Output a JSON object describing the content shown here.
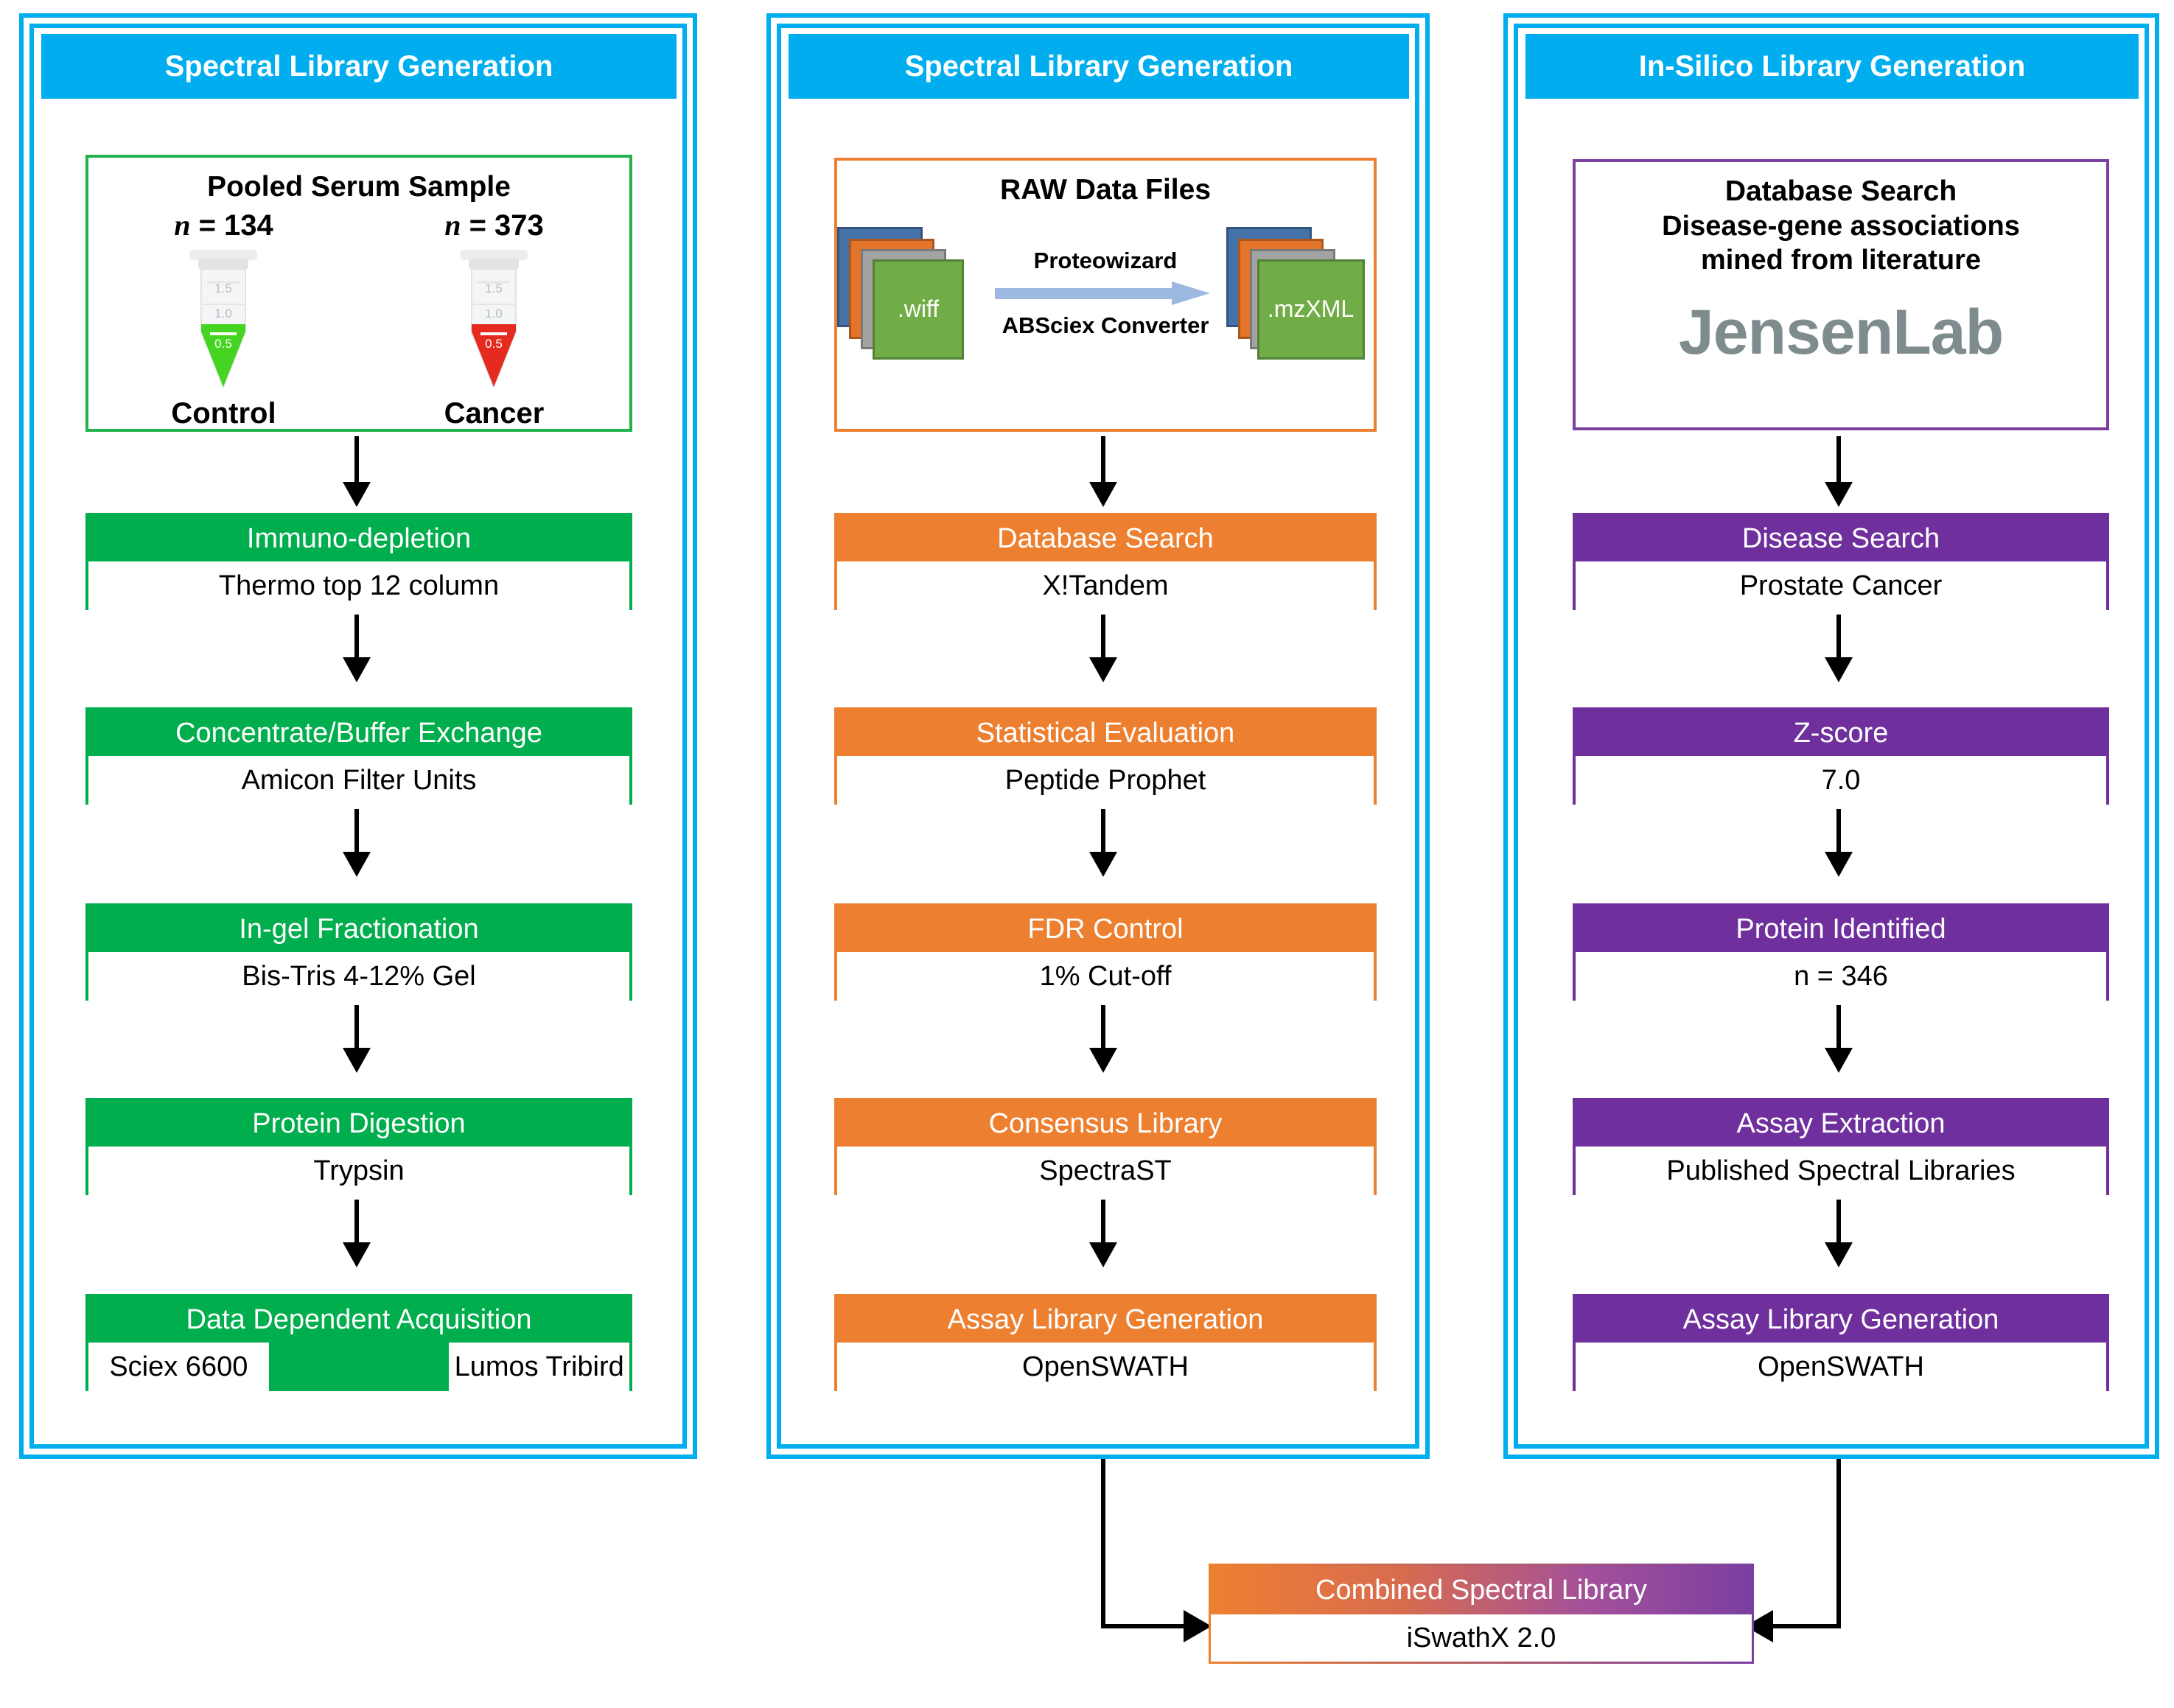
{
  "columns": [
    {
      "header": "Spectral Library Generation",
      "accent": "#00AE4D",
      "panel": {
        "title": "Pooled Serum Sample",
        "tubes": [
          {
            "n_label": "n = 134",
            "n_prefix": "n",
            "n_value": "= 134",
            "label": "Control",
            "color": "#45D422",
            "marks": [
              "1.5",
              "1.0",
              "0.5"
            ]
          },
          {
            "n_label": "n = 373",
            "n_prefix": "n",
            "n_value": "= 373",
            "label": "Cancer",
            "color": "#E52B20",
            "marks": [
              "1.5",
              "1.0",
              "0.5"
            ]
          }
        ]
      },
      "stages": [
        {
          "title": "Immuno-depletion",
          "body": "Thermo top 12 column"
        },
        {
          "title": "Concentrate/Buffer Exchange",
          "body": "Amicon Filter Units"
        },
        {
          "title": "In-gel Fractionation",
          "body": "Bis-Tris 4-12% Gel"
        },
        {
          "title": "Protein Digestion",
          "body": "Trypsin"
        },
        {
          "title": "Data Dependent Acquisition",
          "body_left": "Sciex 6600",
          "body_right": "Lumos Tribird"
        }
      ]
    },
    {
      "header": "Spectral Library Generation",
      "accent": "#ED8030",
      "panel": {
        "title": "RAW Data Files",
        "input_file": ".wiff",
        "output_file": ".mzXML",
        "converter_top": "Proteowizard",
        "converter_bottom": "ABSciex Converter"
      },
      "stages": [
        {
          "title": "Database Search",
          "body": "X!Tandem"
        },
        {
          "title": "Statistical Evaluation",
          "body": "Peptide Prophet"
        },
        {
          "title": "FDR Control",
          "body": "1% Cut-off"
        },
        {
          "title": "Consensus Library",
          "body": "SpectraST"
        },
        {
          "title": "Assay Library Generation",
          "body": "OpenSWATH"
        }
      ]
    },
    {
      "header": "In-Silico Library Generation",
      "accent": "#6F309E",
      "panel": {
        "title": "Database Search",
        "sub_line1": "Disease-gene associations",
        "sub_line2": "mined from literature",
        "logo": "JensenLab"
      },
      "stages": [
        {
          "title": "Disease Search",
          "body": "Prostate Cancer"
        },
        {
          "title": "Z-score",
          "body": "7.0"
        },
        {
          "title": "Protein Identified",
          "body": "n = 346"
        },
        {
          "title": "Assay Extraction",
          "body": "Published Spectral Libraries"
        },
        {
          "title": "Assay Library Generation",
          "body": "OpenSWATH"
        }
      ]
    }
  ],
  "combined": {
    "title": "Combined Spectral Library",
    "body": "iSwathX 2.0",
    "gradient_start": "#ED8030",
    "gradient_end": "#7B3FA0"
  },
  "theme": {
    "frame": "#00AEEF",
    "green": "#00AE4D",
    "orange": "#ED8030",
    "purple": "#6F309E",
    "logo_grey": "#7F8C8D"
  }
}
